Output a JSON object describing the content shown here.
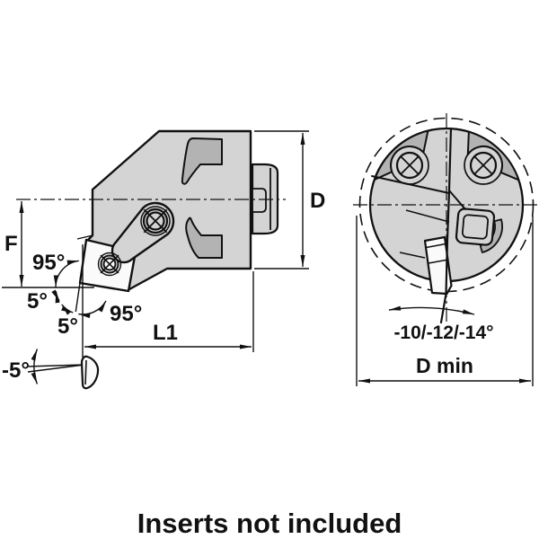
{
  "side_view": {
    "label_f": "F",
    "label_l1": "L1",
    "label_d": "D",
    "angle_lead_top": "95°",
    "angle_clearance_left": "5°",
    "angle_clearance_bottom": "5°",
    "angle_lead_bottom": "95°",
    "angle_rake_detail": "-5°"
  },
  "front_view": {
    "angle_range": "-10/-12/-14°",
    "label_d_min": "D min"
  },
  "footer": {
    "note": "Inserts not included"
  },
  "colors": {
    "body_fill": "#d4d4d4",
    "pocket_fill": "#b3b3b3",
    "insert_fill": "#fafafa",
    "line": "#111111",
    "background": "#ffffff"
  }
}
